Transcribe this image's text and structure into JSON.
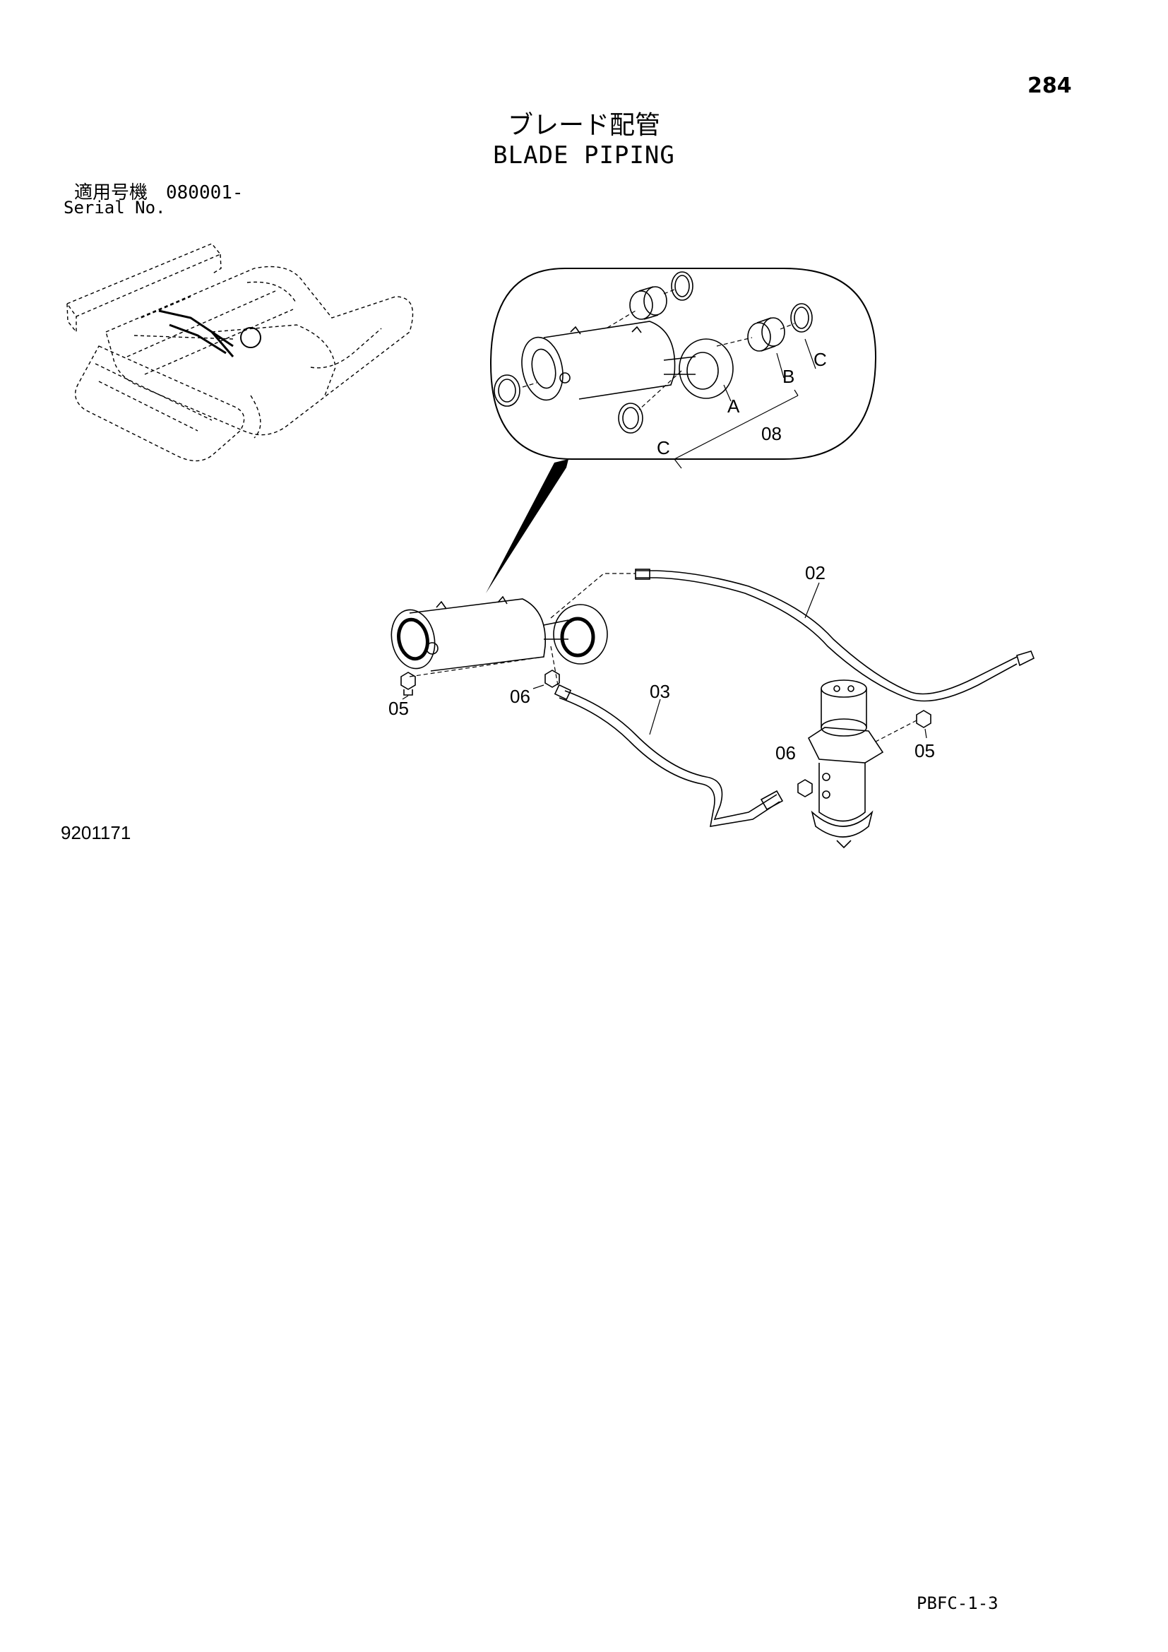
{
  "page_number": "284",
  "title_jp": "ブレード配管",
  "title_en": "BLADE PIPING",
  "serial_label_jp": "適用号機　080001-",
  "serial_label_en": "Serial No.",
  "figure_number": "9201171",
  "doc_code": "PBFC-1-3",
  "callouts": {
    "a": "A",
    "b": "B",
    "c_top": "C",
    "c_bottom": "C",
    "kit_08": "08",
    "hose_02": "02",
    "hose_03": "03",
    "fitting_05_left": "05",
    "fitting_06_left": "06",
    "fitting_06_right": "06",
    "fitting_05_right": "05"
  }
}
